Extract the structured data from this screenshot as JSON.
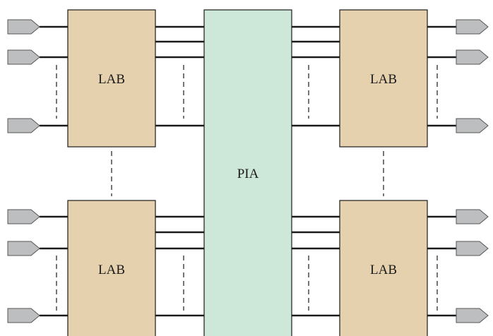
{
  "diagram": {
    "center_label": "PIA",
    "blocks": [
      {
        "id": "top-left",
        "label": "LAB"
      },
      {
        "id": "top-right",
        "label": "LAB"
      },
      {
        "id": "bottom-left",
        "label": "LAB"
      },
      {
        "id": "bottom-right",
        "label": "LAB"
      }
    ],
    "colors": {
      "lab_fill": "#E6D1AE",
      "pia_fill": "#CDE7D8",
      "pin_fill": "#BDBEC0",
      "stroke": "#1a1a1a"
    }
  }
}
